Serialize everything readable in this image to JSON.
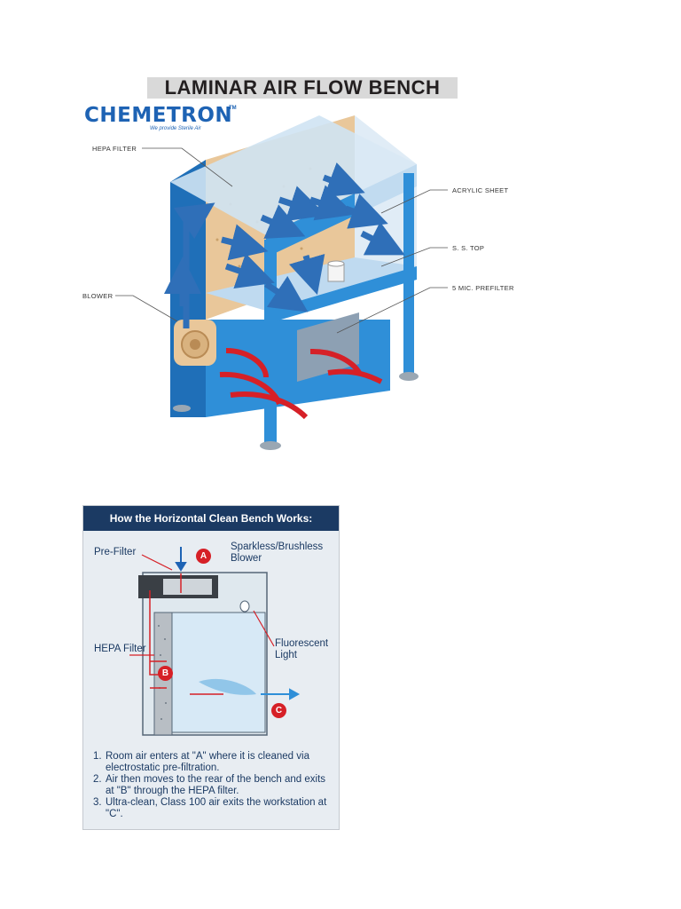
{
  "top_figure": {
    "title": "LAMINAR AIR FLOW BENCH",
    "logo": {
      "word": "CHEMETRON",
      "tm": "TM",
      "tagline": "We provide Sterile Air"
    },
    "callouts": {
      "hepa_filter": "HEPA FILTER",
      "acrylic_sheet": "ACRYLIC SHEET",
      "ss_top": "S. S. TOP",
      "prefilter": "5 MIC. PREFILTER",
      "blower": "BLOWER"
    },
    "colors": {
      "bench_blue": "#2f8fd8",
      "bench_side": "#1f6fb8",
      "hepa": "#e9c79a",
      "arrow_blue": "#2f6fb8",
      "arrow_red": "#d62027"
    }
  },
  "bottom_figure": {
    "header": "How the Horizontal Clean Bench  Works:",
    "labels": {
      "prefilter": "Pre-Filter",
      "blower": "Sparkless/Brushless Blower",
      "hepa": "HEPA Filter",
      "light": "Fluorescent Light"
    },
    "markers": {
      "a": "A",
      "b": "B",
      "c": "C"
    },
    "steps": [
      {
        "num": "1.",
        "text": "Room air enters at \"A\" where it is cleaned via electrostatic pre-filtration."
      },
      {
        "num": "2.",
        "text": "Air then moves to the rear of the bench and exits at \"B\" through the HEPA filter."
      },
      {
        "num": "3.",
        "text": "Ultra-clean, Class 100 air exits the workstation at \"C\"."
      }
    ],
    "colors": {
      "header_bg": "#1b3a63",
      "text": "#1b3a63",
      "marker": "#d62027",
      "flow_blue": "#2f8fd8"
    }
  }
}
